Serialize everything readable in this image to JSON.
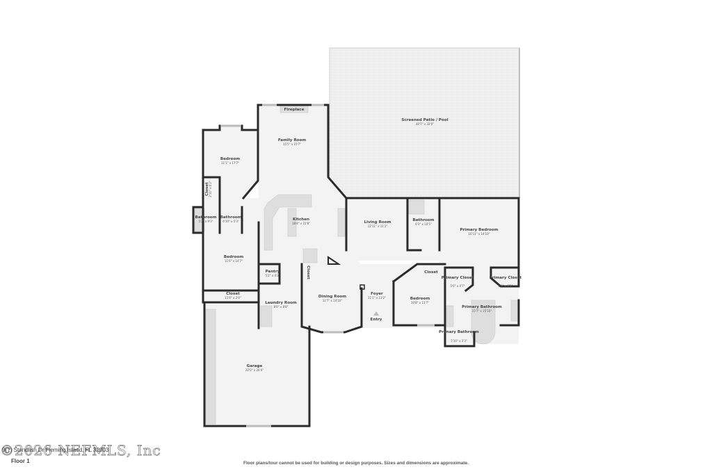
{
  "floorplan": {
    "floor_label": "Floor 1",
    "address": "9(?) Standlish Dr Fleming Island, FL 32003",
    "copyright_watermark": "©2026 NEFMLS, Inc",
    "disclaimer": "Floor plans/tour cannot be used for building or design purposes. Sizes and dimensions are approximate.",
    "rooms": {
      "patio": {
        "name": "Screened Patio / Pool",
        "dims": "40'7\" x 32'0\""
      },
      "family": {
        "name": "Family Room",
        "dims": "15'5\" x 15'7\""
      },
      "fireplace": {
        "name": "Fireplace"
      },
      "bedroom_nw": {
        "name": "Bedroom",
        "dims": "11'1\" x 17'7\""
      },
      "closet_nw": {
        "name": "Closet",
        "dims": "2'11\" x 6'2\""
      },
      "bath_w1": {
        "name": "Bathroom",
        "dims": "5'2\" x 9'3\""
      },
      "bath_w2": {
        "name": "Bathroom",
        "dims": "4'10\" x 5'3\""
      },
      "kitchen": {
        "name": "Kitchen",
        "dims": "18'4\" x 22'8\""
      },
      "bedroom_w": {
        "name": "Bedroom",
        "dims": "11'6\" x 14'7\""
      },
      "pantry": {
        "name": "Pantry",
        "dims": "5'2\" x 4'3\""
      },
      "closet_w": {
        "name": "Closet",
        "dims": "11'6\" x 2'0\""
      },
      "laundry": {
        "name": "Laundry Room",
        "dims": "8'9\" x 8'8\""
      },
      "closet_dining": {
        "name": "Closet"
      },
      "dining": {
        "name": "Dining Room",
        "dims": "12'7\" x 14'10\""
      },
      "living": {
        "name": "Living Room",
        "dims": "12'11\" x 11'3\""
      },
      "bath_c": {
        "name": "Bathroom",
        "dims": "6'3\" x 10'5\""
      },
      "foyer": {
        "name": "Foyer",
        "dims": "11'1\" x 13'2\""
      },
      "entry": {
        "name": "Entry"
      },
      "bedroom_c": {
        "name": "Bedroom",
        "dims": "10'8\" x 11'7\""
      },
      "closet_c": {
        "name": "Closet"
      },
      "primary_bedroom": {
        "name": "Primary Bedroom",
        "dims": "16'11\" x 14'10\""
      },
      "primary_closet_1": {
        "name": "Primary Closet",
        "dims": "5'6\" x 4'7\""
      },
      "primary_closet_2": {
        "name": "Primary Closet",
        "dims": "5'9\" x 6'5\""
      },
      "primary_bath": {
        "name": "Primary Bathroom",
        "dims": "15'7\" x 15'10\""
      },
      "primary_bath_small": {
        "name": "Primary Bathroom",
        "dims": "5'10\" x 3'3\""
      },
      "garage": {
        "name": "Garage",
        "dims": "22'0\" x 26'4\""
      }
    }
  }
}
